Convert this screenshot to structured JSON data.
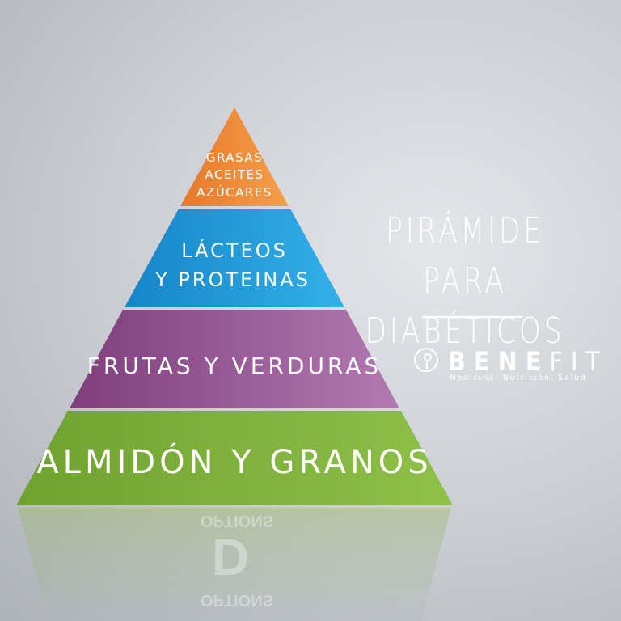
{
  "pyramid": {
    "tiers": [
      {
        "lines": [
          "GRASAS",
          "ACEITES",
          "AZÚCARES"
        ],
        "color": "#ec8a3a"
      },
      {
        "lines": [
          "LÁCTEOS",
          "Y PROTEINAS"
        ],
        "color": "#1e9ad8"
      },
      {
        "lines": [
          "FRUTAS Y VERDURAS"
        ],
        "color": "#9a5a98"
      },
      {
        "lines": [
          "ALMIDÓN Y GRANOS"
        ],
        "color": "#7fb23c"
      }
    ]
  },
  "title": {
    "line1": "PIRÁMIDE PARA",
    "line2": "DIABÉTICOS"
  },
  "logo": {
    "name_bold": "BENE",
    "name_light": "FIT",
    "tagline": "Medicina. Nutrición. Salud"
  },
  "watermark": {
    "word": "OPTIONS",
    "letter": "D"
  }
}
